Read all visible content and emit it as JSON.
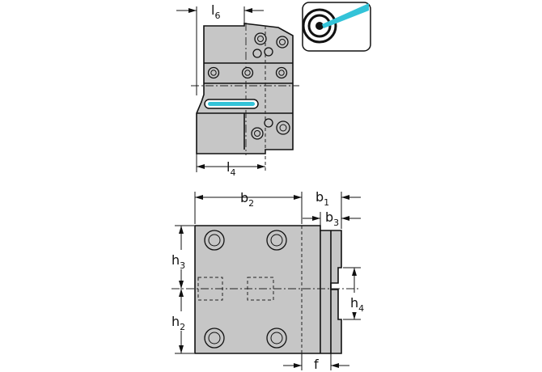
{
  "labels": {
    "l6": {
      "main": "l",
      "sub": "6"
    },
    "l4": {
      "main": "l",
      "sub": "4"
    },
    "b2": {
      "main": "b",
      "sub": "2"
    },
    "b1": {
      "main": "b",
      "sub": "1"
    },
    "b3": {
      "main": "b",
      "sub": "3"
    },
    "h3": {
      "main": "h",
      "sub": "3"
    },
    "h2": {
      "main": "h",
      "sub": "2"
    },
    "h4": {
      "main": "h",
      "sub": "4"
    },
    "f": "f"
  },
  "icons": {
    "coolant": "coolant-target-icon"
  },
  "colors": {
    "body_fill": "#c6c6c6",
    "outline": "#111111",
    "coolant_accent": "#33c3d8"
  }
}
